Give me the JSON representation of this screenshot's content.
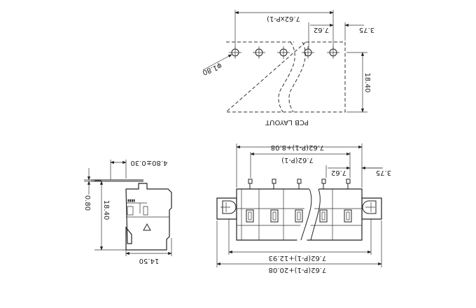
{
  "pcb_layout": {
    "title": "PCB LAYOUT",
    "pitch_total": "7.62xP-1)",
    "pitch": "7.62",
    "edge_offset": "3.75",
    "hole_diameter": "φ1.80",
    "depth": "18.40"
  },
  "front_view": {
    "dim_top_outer": "7.62(P-1)+8.08",
    "dim_top_inner": "7.62(P-1)",
    "pitch": "7.62",
    "edge_offset": "3.75",
    "dim_bottom_inner": "7.62(P-1)+12.93",
    "dim_bottom_outer": "7.62(P-1)+20.08"
  },
  "side_view": {
    "pin_length": "4.80±0.30",
    "pin_thickness": "0.80",
    "height": "18.40",
    "width": "14.50"
  }
}
